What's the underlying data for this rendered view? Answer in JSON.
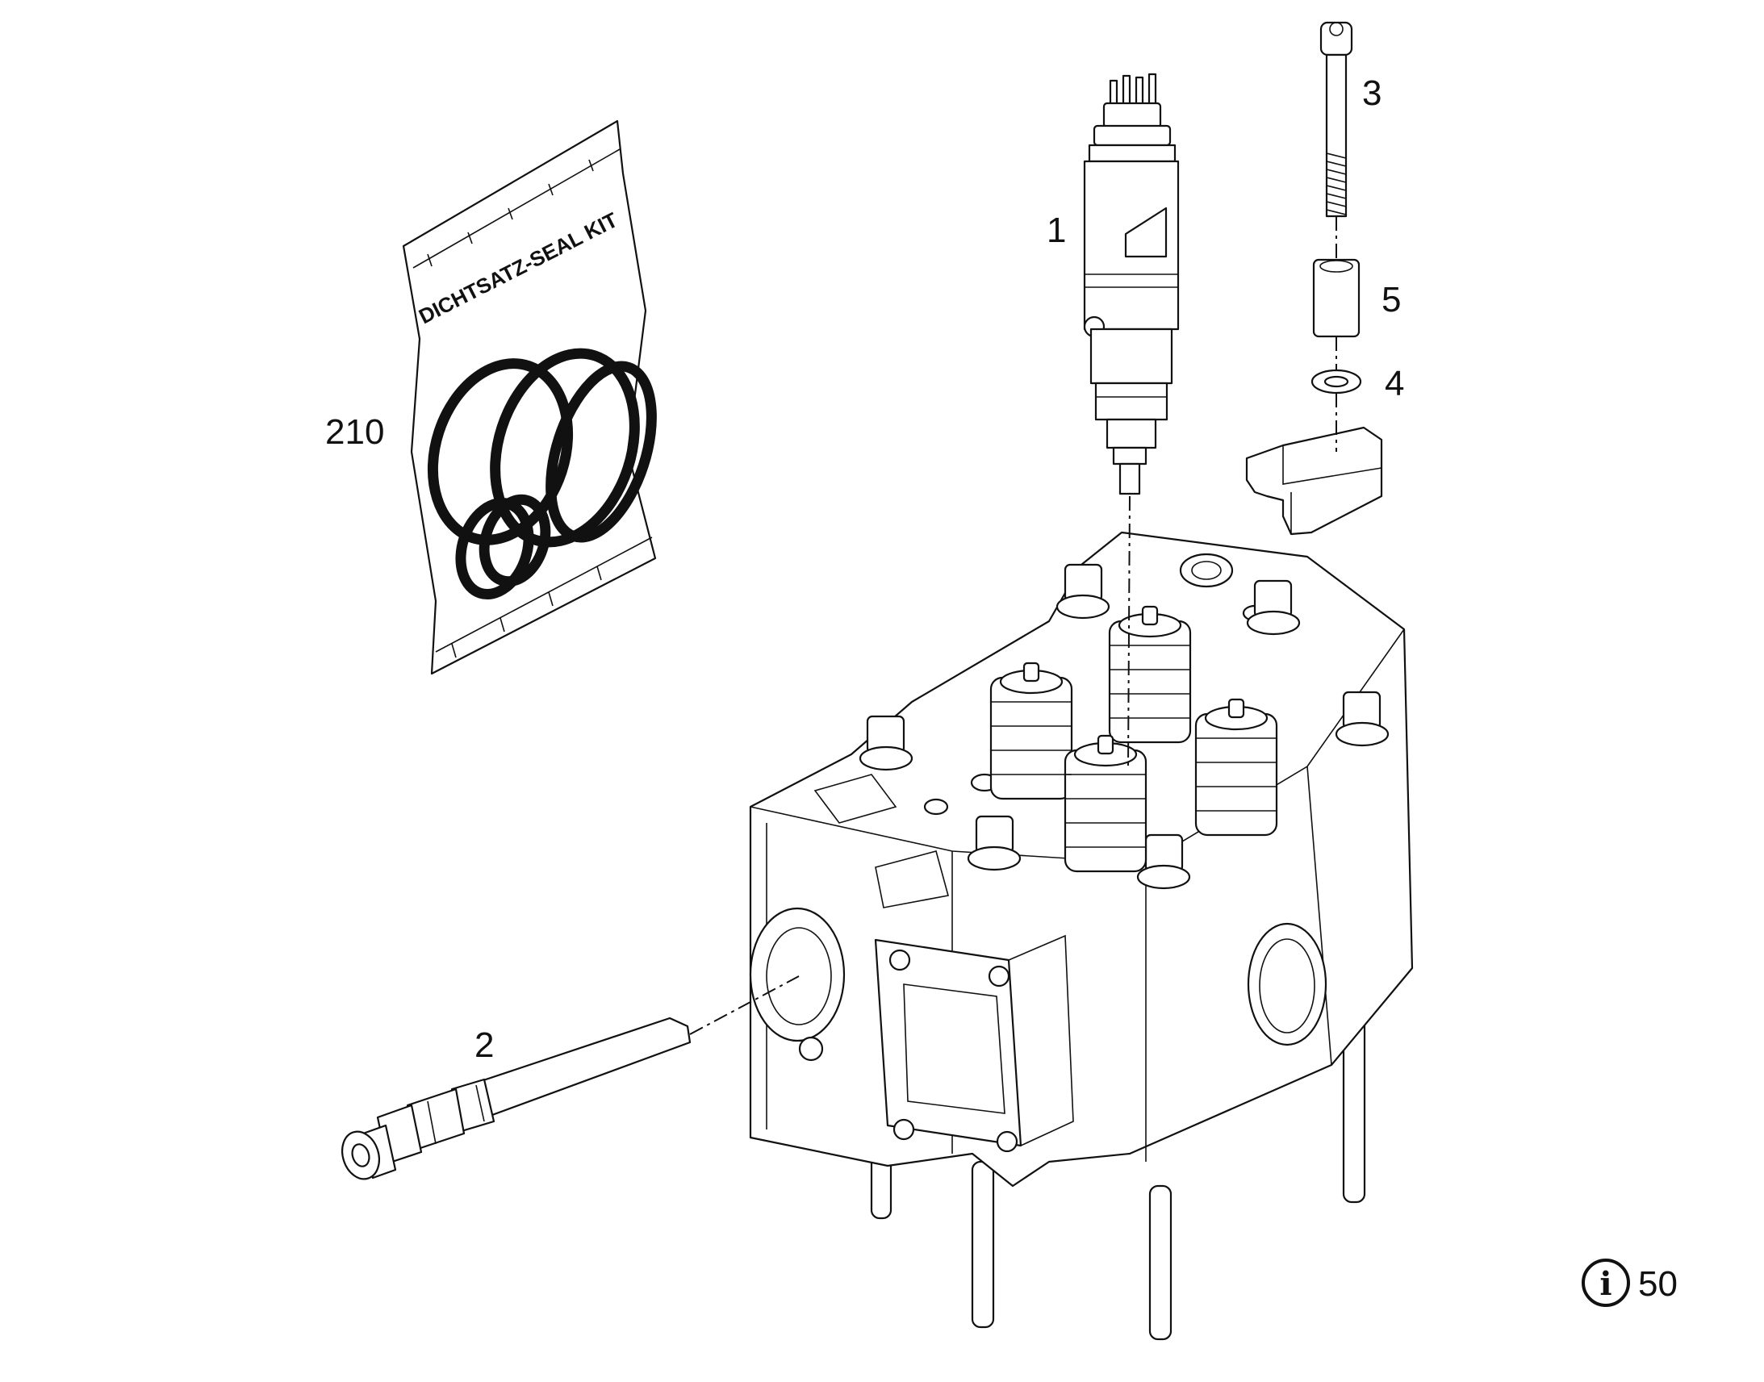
{
  "callouts": {
    "injector": "1",
    "glow_plug": "2",
    "bolt": "3",
    "washer": "4",
    "sleeve": "5",
    "seal_kit": "210"
  },
  "seal_kit_bag": {
    "text": "DICHTSATZ-SEAL KIT"
  },
  "info_badge": {
    "glyph": "i",
    "number": "50"
  }
}
